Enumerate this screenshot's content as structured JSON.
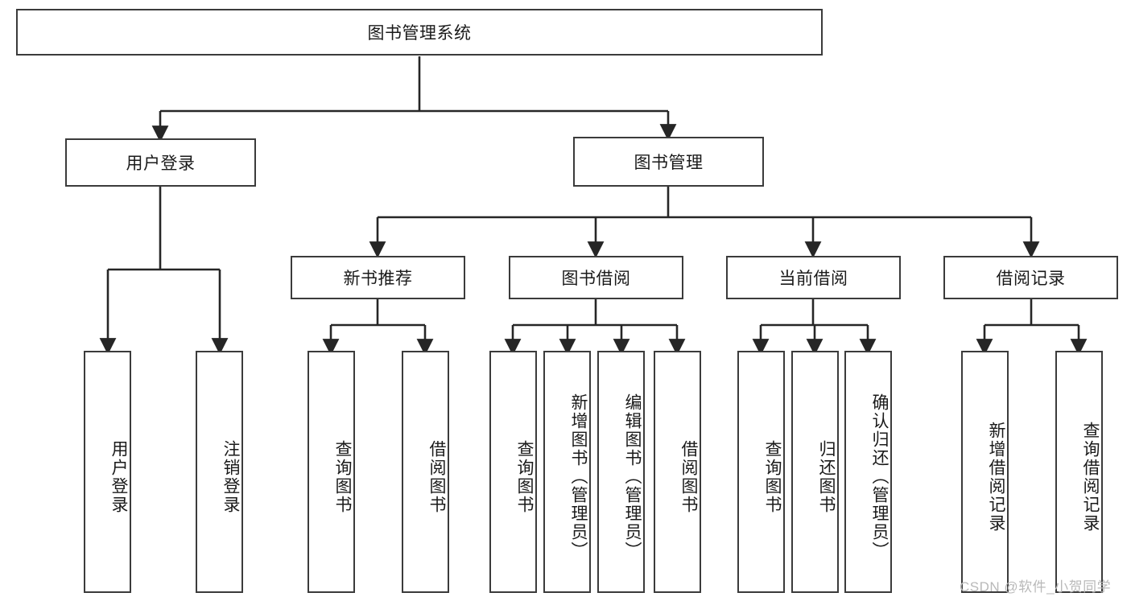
{
  "diagram": {
    "title": "图书管理系统",
    "type": "tree-hierarchy-diagram",
    "colors": {
      "box_border": "#3b3b3b",
      "box_fill": "#ffffff",
      "connector": "#262626",
      "text": "#1a1a1a",
      "watermark": "#b9b9b9",
      "background": "#ffffff"
    }
  },
  "root": {
    "label": "图书管理系统"
  },
  "level1": [
    {
      "label": "用户登录"
    },
    {
      "label": "图书管理"
    }
  ],
  "level2": [
    {
      "label": "新书推荐"
    },
    {
      "label": "图书借阅"
    },
    {
      "label": "当前借阅"
    },
    {
      "label": "借阅记录"
    }
  ],
  "leaves": {
    "user_login": [
      {
        "label": "用户登录"
      },
      {
        "label": "注销登录"
      }
    ],
    "new_book_recommend": [
      {
        "label": "查询图书"
      },
      {
        "label": "借阅图书"
      }
    ],
    "book_borrow": [
      {
        "label": "查询图书"
      },
      {
        "label": "新增图书（管理员）"
      },
      {
        "label": "编辑图书（管理员）"
      },
      {
        "label": "借阅图书"
      }
    ],
    "current_borrow": [
      {
        "label": "查询图书"
      },
      {
        "label": "归还图书"
      },
      {
        "label": "确认归还（管理员）"
      }
    ],
    "borrow_record": [
      {
        "label": "新增借阅记录"
      },
      {
        "label": "查询借阅记录"
      }
    ]
  },
  "watermark": {
    "text": "CSDN @软件_小贺同学"
  }
}
